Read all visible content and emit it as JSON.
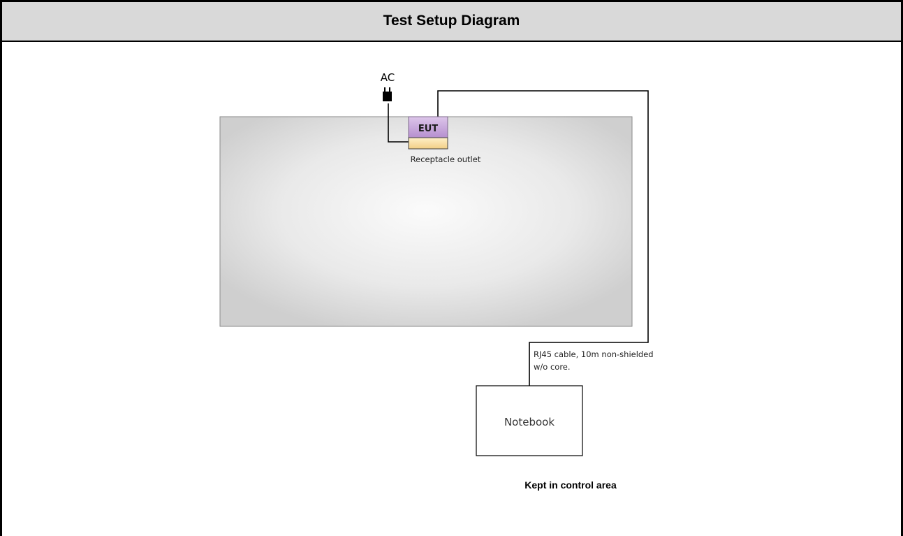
{
  "header": {
    "title": "Test Setup Diagram"
  },
  "diagram": {
    "ac_label": "AC",
    "eut_label": "EUT",
    "receptacle_label": "Receptacle outlet",
    "cable_label_line1": "RJ45 cable, 10m non-shielded",
    "cable_label_line2": "w/o core.",
    "notebook_label": "Notebook",
    "control_area_label": "Kept in control area"
  },
  "colors": {
    "header_bg": "#d9d9d9",
    "eut_fill": "#c9a9dc",
    "outlet_fill": "#f7dca0",
    "table_fill": "#e3e3e3"
  }
}
